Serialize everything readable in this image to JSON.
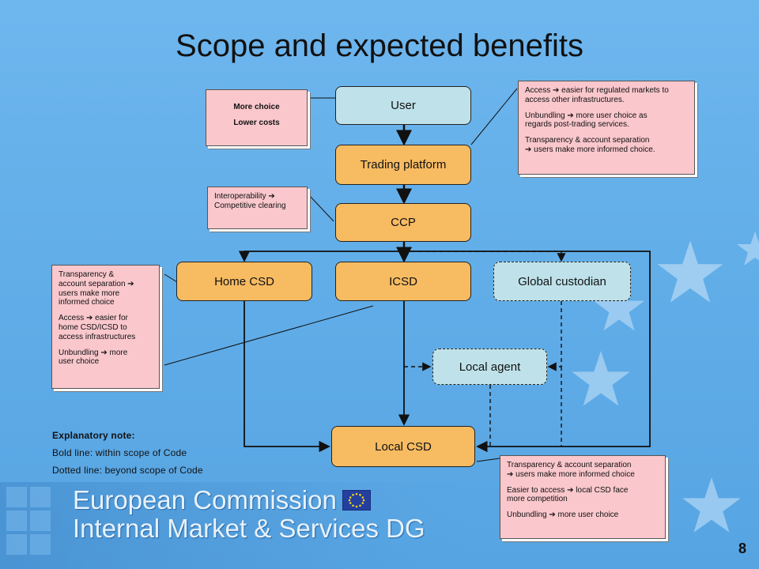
{
  "title": "Scope and expected benefits",
  "nodes": {
    "user": "User",
    "trading": "Trading platform",
    "ccp": "CCP",
    "home_csd": "Home CSD",
    "icsd": "ICSD",
    "global_custodian": "Global custodian",
    "local_agent": "Local agent",
    "local_csd": "Local CSD"
  },
  "notes": {
    "user_benefit": [
      "More choice",
      "Lower costs"
    ],
    "ccp_benefit": "Interoperability ➔\nCompetitive clearing",
    "trading_benefit": [
      "Access ➔ easier for regulated markets to\naccess other infrastructures.",
      "Unbundling ➔ more user choice as\nregards post-trading services.",
      "Transparency & account separation\n➔ users make more informed choice."
    ],
    "csd_benefit": [
      "Transparency &\naccount separation ➔\nusers make more\ninformed choice",
      "Access ➔ easier for\nhome CSD/ICSD to\naccess infrastructures",
      "Unbundling ➔ more\nuser choice"
    ],
    "local_csd_benefit": [
      "Transparency & account separation\n➔ users make more informed choice",
      "Easier to access ➔ local CSD face\nmore competition",
      "Unbundling ➔ more user choice"
    ]
  },
  "explanatory": {
    "heading": "Explanatory note:",
    "bold_line": "Bold line: within scope of Code",
    "dotted_line": "Dotted line: beyond scope of Code"
  },
  "footer": {
    "line1": "European Commission",
    "line2": "Internal Market & Services DG",
    "page_number": "8"
  },
  "colors": {
    "orange_box": "#f7bb62",
    "teal_box": "#bfe2ea",
    "note_pink": "#f9c7cc",
    "background": "#62aee9"
  }
}
